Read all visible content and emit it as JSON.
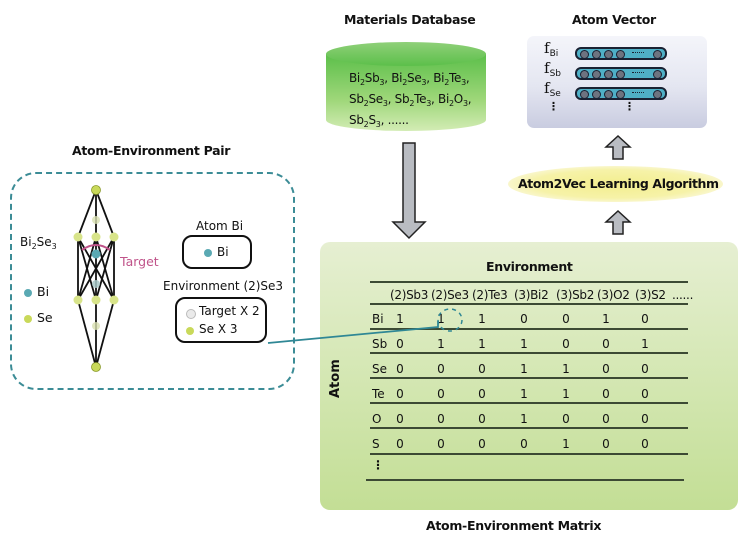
{
  "materials_database": {
    "title": "Materials Database",
    "compounds_lines": [
      [
        [
          "Bi",
          "2"
        ],
        [
          "Sb",
          "3"
        ],
        [
          ", ",
          ""
        ],
        [
          "Bi",
          "2"
        ],
        [
          "Se",
          "3"
        ],
        [
          ", ",
          ""
        ],
        [
          "Bi",
          "2"
        ],
        [
          "Te",
          "3"
        ],
        [
          ",",
          ""
        ]
      ],
      [
        [
          "Sb",
          "2"
        ],
        [
          "Se",
          "3"
        ],
        [
          ", ",
          ""
        ],
        [
          "Sb",
          "2"
        ],
        [
          "Te",
          "3"
        ],
        [
          ", ",
          ""
        ],
        [
          "Bi",
          "2"
        ],
        [
          "O",
          "3"
        ],
        [
          ",",
          ""
        ]
      ],
      [
        [
          "Sb",
          "2"
        ],
        [
          "S",
          "3"
        ],
        [
          ", ......",
          ""
        ]
      ]
    ],
    "color": "#5cbf4a"
  },
  "atom_vector": {
    "title": "Atom Vector",
    "vectors": [
      {
        "symbol": "f",
        "sub": "Bi"
      },
      {
        "symbol": "f",
        "sub": "Sb"
      },
      {
        "symbol": "f",
        "sub": "Se"
      }
    ],
    "ellipsis_dots": "......",
    "vertical_ellipsis": "⋮"
  },
  "algorithm": {
    "label": "Atom2Vec Learning Algorithm"
  },
  "atom_environment_pair": {
    "title": "Atom-Environment Pair",
    "compound": {
      "el1": "Bi",
      "n1": "2",
      "el2": "Se",
      "n2": "3"
    },
    "legend": [
      {
        "label": "Bi",
        "color": "#5aa9b3"
      },
      {
        "label": "Se",
        "color": "#c9d95a"
      }
    ],
    "target_label": "Target",
    "atom_label": "Atom Bi",
    "atom_box_item": "Bi",
    "environment_label": "Environment (2)Se3",
    "environment_items": [
      {
        "label": "Target X 2",
        "color": "#e8e8e8"
      },
      {
        "label": "Se X 3",
        "color": "#c9d95a"
      }
    ]
  },
  "matrix": {
    "title": "Atom-Environment Matrix",
    "column_axis_label": "Environment",
    "row_axis_label": "Atom",
    "columns": [
      "(2)Sb3",
      "(2)Se3",
      "(2)Te3",
      "(3)Bi2",
      "(3)Sb2",
      "(3)O2",
      "(3)S2",
      "......"
    ],
    "rows": [
      {
        "atom": "Bi",
        "values": [
          "1",
          "1",
          "1",
          "0",
          "0",
          "1",
          "0"
        ]
      },
      {
        "atom": "Sb",
        "values": [
          "0",
          "1",
          "1",
          "1",
          "0",
          "0",
          "1"
        ]
      },
      {
        "atom": "Se",
        "values": [
          "0",
          "0",
          "0",
          "1",
          "1",
          "0",
          "0"
        ]
      },
      {
        "atom": "Te",
        "values": [
          "0",
          "0",
          "0",
          "1",
          "1",
          "0",
          "0"
        ]
      },
      {
        "atom": "O",
        "values": [
          "0",
          "0",
          "0",
          "1",
          "0",
          "0",
          "0"
        ]
      },
      {
        "atom": "S",
        "values": [
          "0",
          "0",
          "0",
          "0",
          "1",
          "0",
          "0"
        ]
      }
    ],
    "more_rows": "⋮",
    "highlighted_cell": {
      "row": "Bi",
      "column": "(2)Se3"
    }
  },
  "colors": {
    "dashed_teal": "#3c8c96",
    "target_pink": "#c0548a",
    "arrow_gray": "#b9bcc2"
  }
}
